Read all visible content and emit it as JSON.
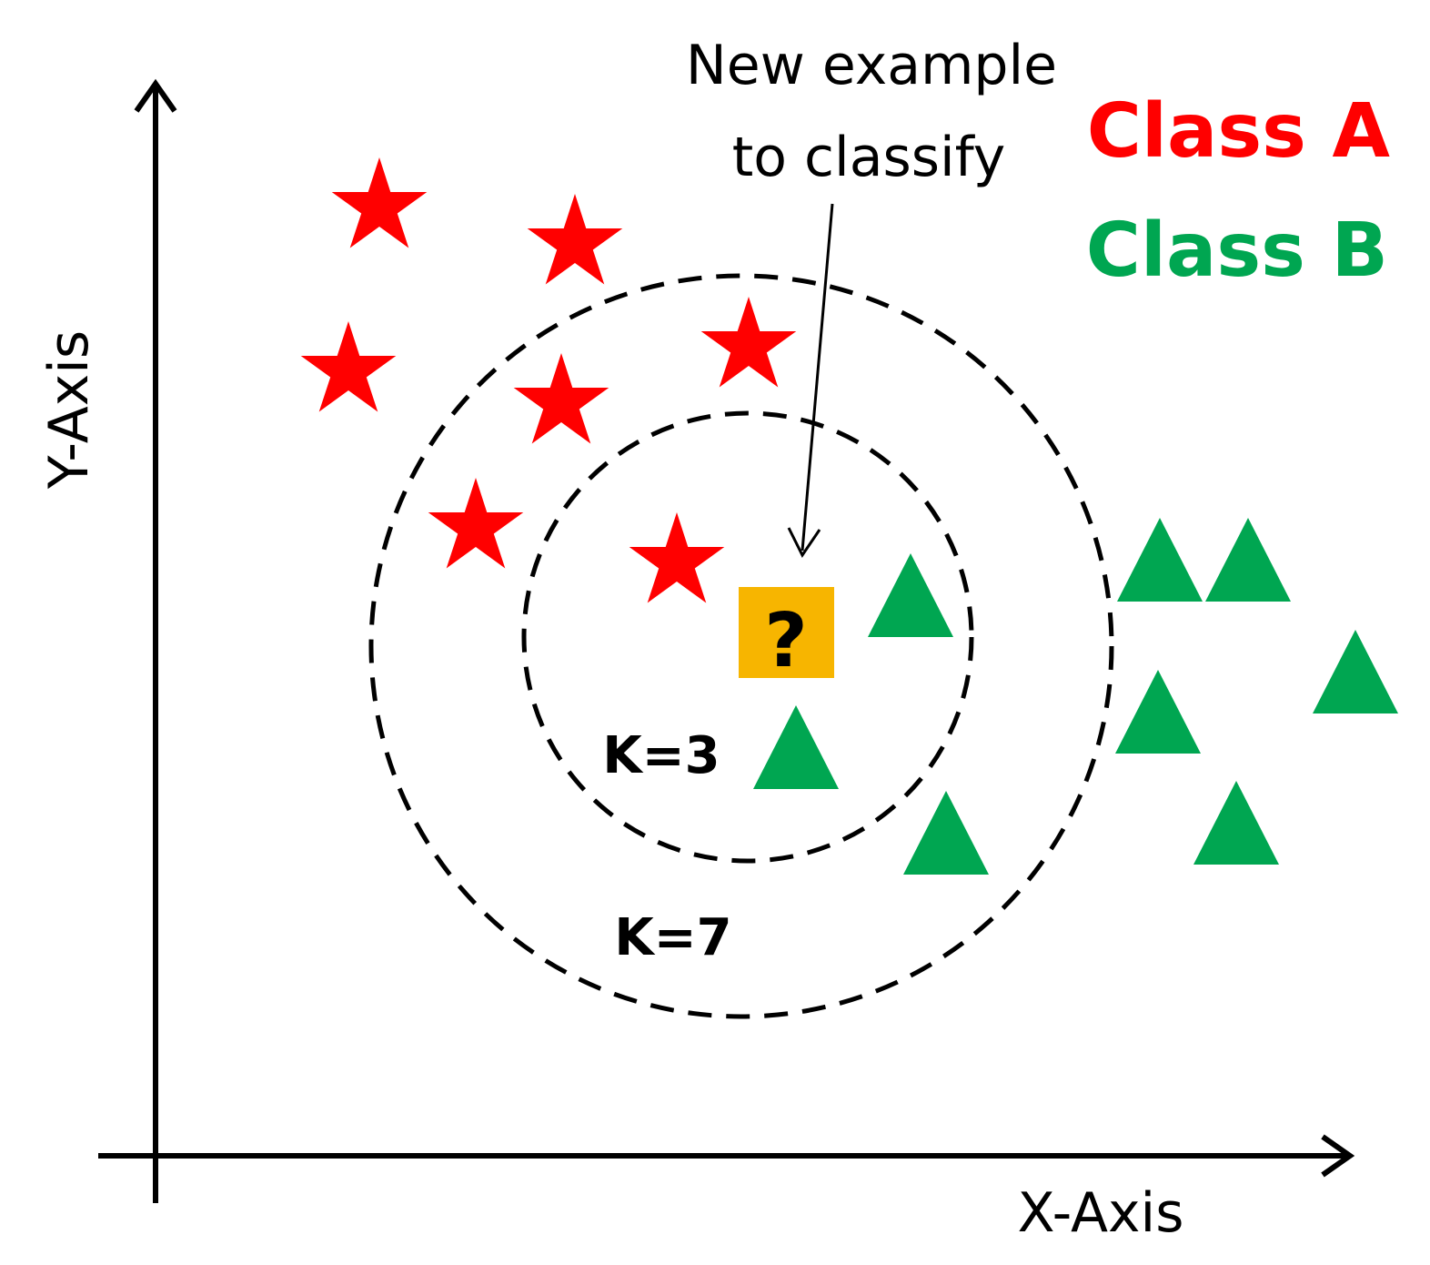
{
  "axes": {
    "x_label": "X-Axis",
    "y_label": "Y-Axis"
  },
  "legend": {
    "class_a": {
      "label": "Class A",
      "color": "#ff0000",
      "marker": "star"
    },
    "class_b": {
      "label": "Class B",
      "color": "#00a651",
      "marker": "triangle"
    }
  },
  "new_example": {
    "label_line1": "New example",
    "label_line2": "to classify",
    "symbol": "?",
    "box_color": "#f7b500"
  },
  "circles": {
    "inner_label": "K=3",
    "outer_label": "K=7"
  }
}
